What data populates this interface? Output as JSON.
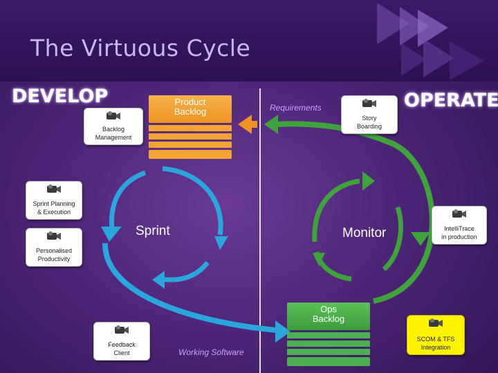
{
  "slide": {
    "title": "The Virtuous Cycle"
  },
  "sections": {
    "develop": "DEVELOP",
    "operate": "OPERATE"
  },
  "product_backlog": {
    "label": "Product\nBacklog",
    "color": "#f4a433"
  },
  "ops_backlog": {
    "label": "Ops\nBacklog",
    "color": "#4caf50"
  },
  "cycles": {
    "sprint": "Sprint",
    "monitor": "Monitor"
  },
  "flows": {
    "requirements": "Requirements",
    "working_software": "Working Software"
  },
  "callouts": [
    {
      "id": "backlog-management",
      "text": "Backlog\nManagement",
      "icon": "camera-icon"
    },
    {
      "id": "story-boarding",
      "text": "Story\nBoarding",
      "icon": "camera-icon"
    },
    {
      "id": "sprint-planning",
      "text": "Sprint Planning\n& Execution",
      "icon": "camera-icon"
    },
    {
      "id": "intellitrace",
      "text": "IntelliTrace\nin production",
      "icon": "camera-icon"
    },
    {
      "id": "personalised-productivity",
      "text": "Personalised\nProductivity",
      "icon": "camera-icon"
    },
    {
      "id": "feedback-client",
      "text": "Feedback\nClient",
      "icon": "camera-icon"
    },
    {
      "id": "scom-tfs",
      "text": "SCOM & TFS\nIntegration",
      "icon": "camera-icon",
      "highlight": true
    }
  ],
  "colors": {
    "sprint_arrow": "#29a6dc",
    "monitor_arrow": "#3fa33c",
    "background": "#4d2577"
  }
}
